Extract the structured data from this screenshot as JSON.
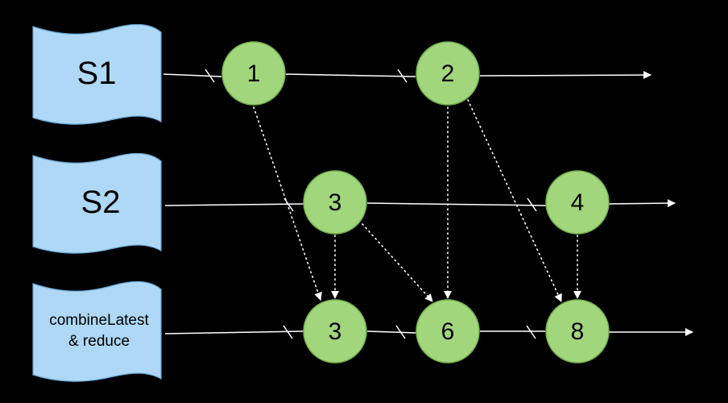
{
  "colors": {
    "background": "#000000",
    "stream_label_fill": "#aed8f5",
    "stream_label_stroke": "#6aaad8",
    "node_fill": "#a2d67c",
    "node_stroke": "#73b04c",
    "line": "#ffffff",
    "text": "#000000"
  },
  "streams": [
    {
      "id": "s1",
      "label_lines": [
        "S1"
      ]
    },
    {
      "id": "s2",
      "label_lines": [
        "S2"
      ]
    },
    {
      "id": "combined",
      "label_lines": [
        "combineLatest",
        "& reduce"
      ]
    }
  ],
  "events": [
    {
      "id": "e1",
      "stream": "s1",
      "value": "1"
    },
    {
      "id": "e2",
      "stream": "s1",
      "value": "2"
    },
    {
      "id": "e3",
      "stream": "s2",
      "value": "3"
    },
    {
      "id": "e4",
      "stream": "s2",
      "value": "4"
    },
    {
      "id": "r3",
      "stream": "combined",
      "value": "3"
    },
    {
      "id": "r6",
      "stream": "combined",
      "value": "6"
    },
    {
      "id": "r8",
      "stream": "combined",
      "value": "8"
    }
  ],
  "dependencies": [
    {
      "from": "e1",
      "to": "r3"
    },
    {
      "from": "e3",
      "to": "r3"
    },
    {
      "from": "e2",
      "to": "r6"
    },
    {
      "from": "e3",
      "to": "r6"
    },
    {
      "from": "e2",
      "to": "r8"
    },
    {
      "from": "e4",
      "to": "r8"
    }
  ]
}
